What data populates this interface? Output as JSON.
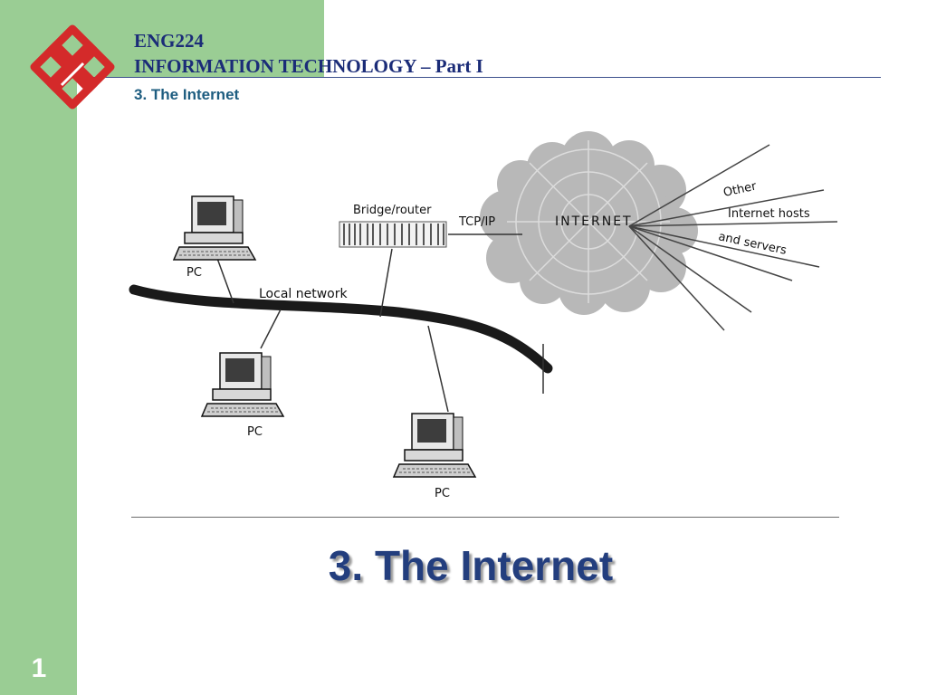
{
  "header": {
    "course_code": "ENG224",
    "course_title": "INFORMATION TECHNOLOGY – Part I",
    "section": "3. The Internet"
  },
  "diagram": {
    "labels": {
      "pc": "PC",
      "local_network": "Local network",
      "bridge_router": "Bridge/router",
      "tcp_ip": "TCP/IP",
      "internet": "INTERNET",
      "other": "Other",
      "internet_hosts": "Internet hosts",
      "and_servers": "and servers"
    }
  },
  "slide": {
    "title": "3. The Internet",
    "number": "1"
  },
  "colors": {
    "side_strip": "#9acd94",
    "header_text": "#1b2c78",
    "title_text": "#233e7e",
    "logo": "#d42a2a"
  }
}
